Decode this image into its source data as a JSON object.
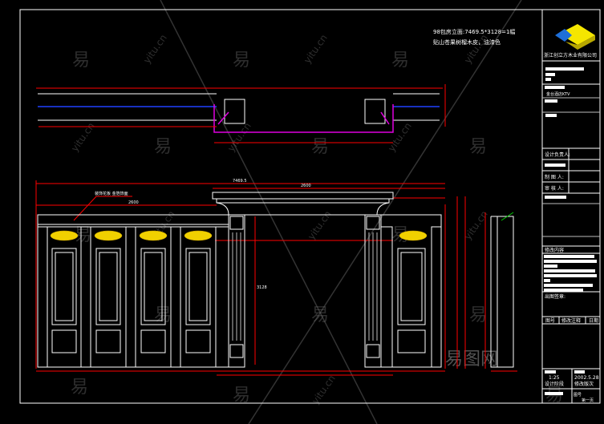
{
  "drawing": {
    "title_line1": "98包房立面:7469.5*3128=1幅",
    "title_line2": "贴山苍果树榴木皮，油漆色",
    "callout": "装饰花板 金箔饰面",
    "dims": {
      "overall_width": "7469.5",
      "arch_width": "2600",
      "top_width": "2600",
      "height": "3128"
    }
  },
  "title_block": {
    "company": "浙江创立方木业有限公司",
    "project": "金台酒店KTV",
    "designer_label": "设计负责人:",
    "drafter_label": "制 图 人:",
    "checker_label": "审 核 人:",
    "revision_label": "修改内容",
    "stamp_label": "出图签章:",
    "table_headers": [
      "图号",
      "修改注释",
      "日期"
    ],
    "scale": "1:25",
    "date": "2002.5.28",
    "stage_label": "设计阶段",
    "version_label": "修改版次",
    "sheet_label": "图号",
    "page_label": "第一页"
  },
  "colors": {
    "dim": "#ff0000",
    "outline": "#ffffff",
    "ornament": "#f0d000",
    "section_blue": "#2040ff",
    "section_magenta": "#e000e0",
    "logo_yellow": "#f5e600",
    "logo_blue": "#1e6fd9"
  },
  "watermark": {
    "glyph": "易",
    "site": "yitu.cn",
    "brand": "易图网"
  }
}
